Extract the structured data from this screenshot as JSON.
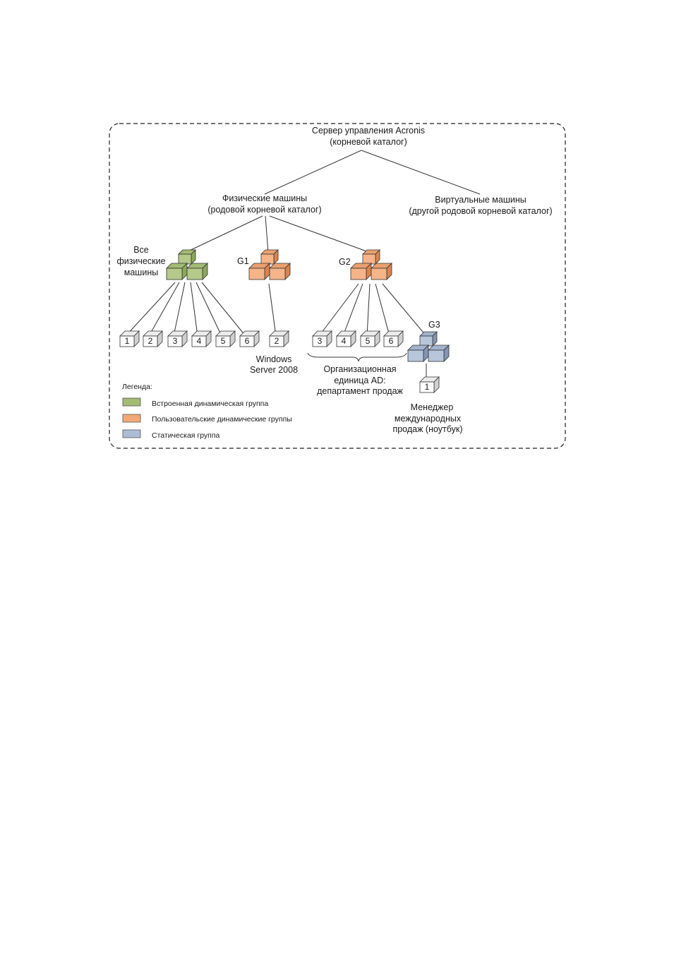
{
  "colors": {
    "builtin": [
      "#b5c98a",
      "#8da75b",
      "#a3bb73"
    ],
    "custom": [
      "#f6b488",
      "#d9844c",
      "#eaa06f"
    ],
    "static": [
      "#b8c6dc",
      "#8494b4",
      "#a3b3cd"
    ],
    "machine": [
      "#ffffff",
      "#d0d0d0",
      "#ececec"
    ]
  },
  "root": {
    "line1": "Сервер управления Acronis",
    "line2": "(корневой каталог)"
  },
  "physical": {
    "line1": "Физические машины",
    "line2": "(родовой корневой каталог)"
  },
  "virtual": {
    "line1": "Виртуальные машины",
    "line2": "(другой родовой корневой каталог)"
  },
  "groups": {
    "all_physical": {
      "line1": "Все",
      "line2": "физические",
      "line3": "машины"
    },
    "g1": "G1",
    "g2": "G2",
    "g3": "G3"
  },
  "machines": {
    "all": [
      "1",
      "2",
      "3",
      "4",
      "5",
      "6"
    ],
    "g1": [
      "2"
    ],
    "g2": [
      "3",
      "4",
      "5",
      "6"
    ],
    "g3": [
      "1"
    ]
  },
  "annotations": {
    "windows_server": {
      "line1": "Windows",
      "line2": "Server 2008"
    },
    "ad_unit": {
      "line1": "Организационная",
      "line2": "единица AD:",
      "line3": "департамент продаж"
    },
    "manager": {
      "line1": "Менеджер",
      "line2": "международных",
      "line3": "продаж (ноутбук)"
    }
  },
  "legend": {
    "title": "Легенда:",
    "items": [
      {
        "label": "Встроенная динамическая группа",
        "color": "#a3bb73"
      },
      {
        "label": "Пользовательские динамические группы",
        "color": "#f2a977"
      },
      {
        "label": "Статическая группа",
        "color": "#adbcd6"
      }
    ]
  }
}
